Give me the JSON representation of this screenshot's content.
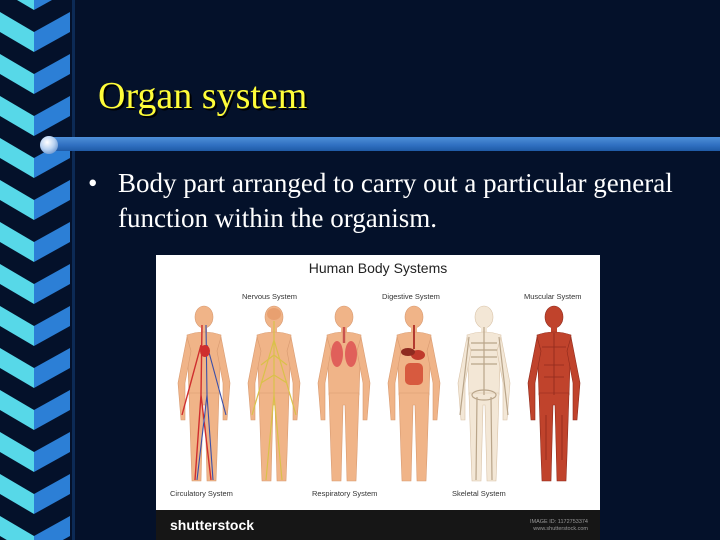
{
  "slide": {
    "title": "Organ system",
    "bullet_symbol": "•",
    "bullet": "Body part arranged to carry out a particular general function within the organism."
  },
  "figure": {
    "title": "Human Body Systems",
    "labels": {
      "nervous": "Nervous System",
      "digestive": "Digestive System",
      "muscular": "Muscular System",
      "circulatory": "Circulatory System",
      "respiratory": "Respiratory System",
      "skeletal": "Skeletal System"
    },
    "watermark_brand": "shutterstock",
    "stock_id": "IMAGE ID: 1172753374",
    "stock_url": "www.shutterstock.com"
  },
  "colors": {
    "background": "#04112a",
    "title": "#fffd39",
    "text": "#ffffff",
    "rule": "#2f6fc0",
    "stripe_cyan": "#57d8e8",
    "stripe_blue": "#2c7fd6",
    "skin": "#f0b488",
    "muscle": "#c0432c",
    "nerve": "#d9c14a",
    "vessel_red": "#cf2e2e",
    "vessel_blue": "#3b4fa8"
  }
}
